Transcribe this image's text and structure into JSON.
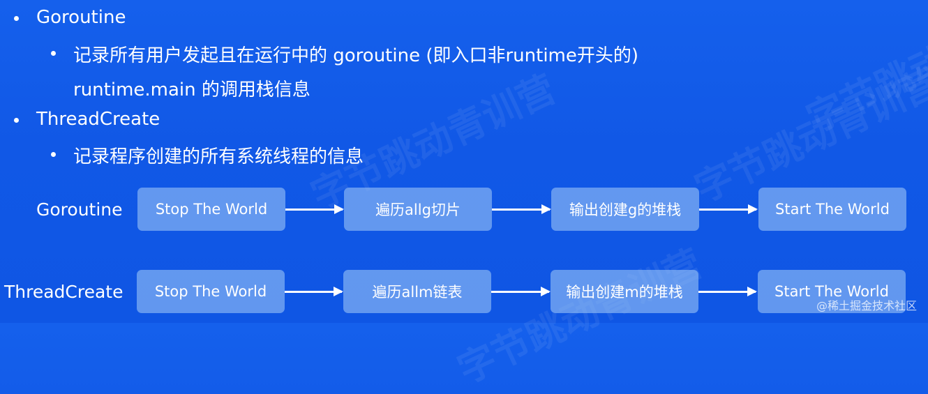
{
  "bullets": {
    "goroutine": {
      "title": "Goroutine",
      "desc_line1": "记录所有用户发起且在运行中的 goroutine (即入口非runtime开头的)",
      "desc_line2": "runtime.main 的调用栈信息"
    },
    "threadcreate": {
      "title": "ThreadCreate",
      "desc_line1": "记录程序创建的所有系统线程的信息"
    }
  },
  "flows": {
    "goroutine": {
      "label": "Goroutine",
      "steps": [
        "Stop The World",
        "遍历allg切片",
        "输出创建g的堆栈",
        "Start The World"
      ]
    },
    "threadcreate": {
      "label": "ThreadCreate",
      "steps": [
        "Stop The World",
        "遍历allm链表",
        "输出创建m的堆栈",
        "Start The World"
      ]
    }
  },
  "watermark": "字节跳动青训营",
  "footer": "@稀土掘金技术社区",
  "colors": {
    "background": "#1158e6",
    "box": "#96c0f5",
    "text": "#ffffff"
  }
}
